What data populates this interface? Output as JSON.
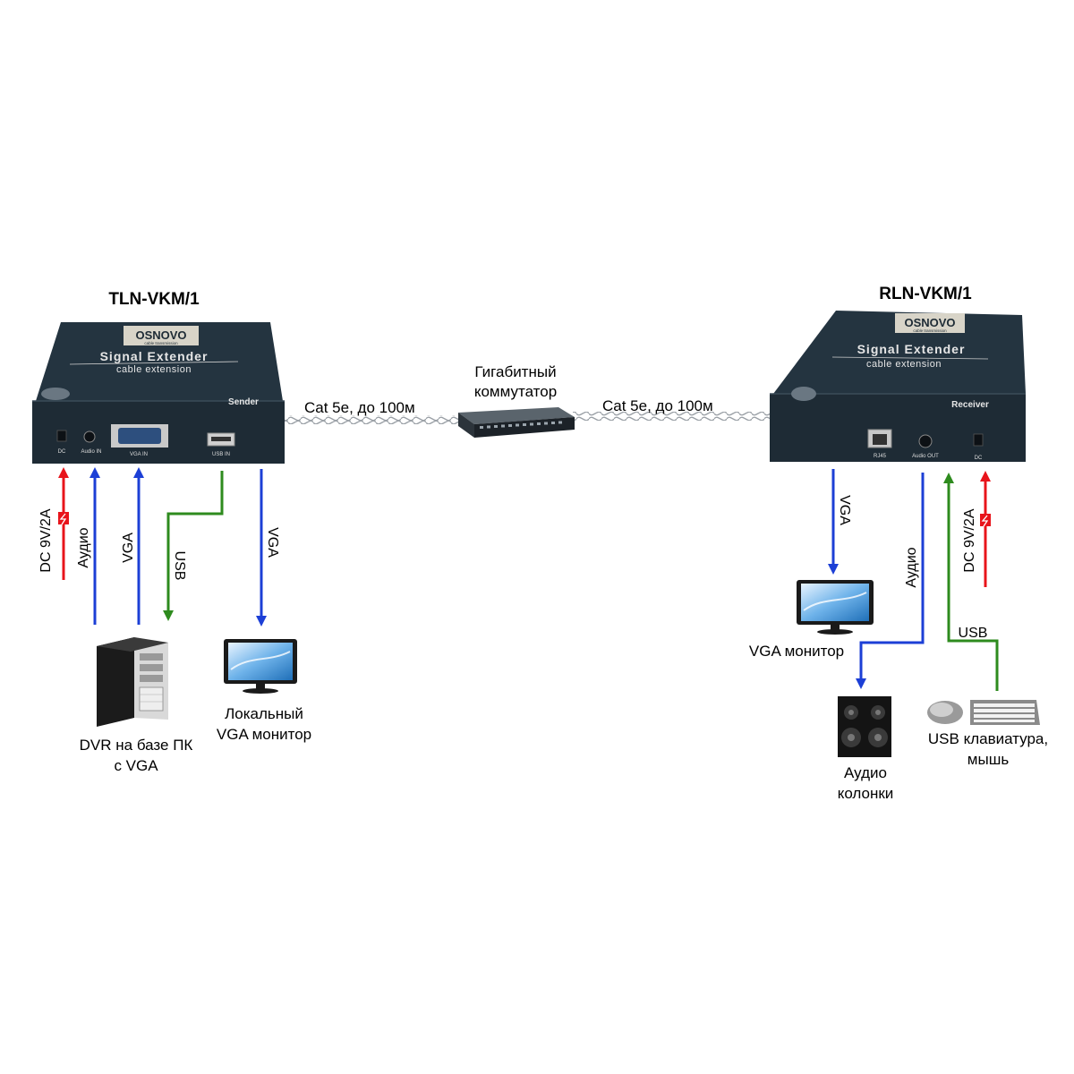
{
  "colors": {
    "power": "#e8141b",
    "signal": "#1c3fd6",
    "usb": "#2e8b1e",
    "device": "#1f2d38",
    "device_top": "#243440"
  },
  "sender": {
    "model": "TLN-VKM/1",
    "brand": "OSNOVO",
    "brand_sub": "cable transmission",
    "title": "Signal Extender",
    "subtitle": "cable extension",
    "role": "Sender",
    "ports": [
      "DC",
      "Audio IN",
      "VGA IN",
      "USB IN"
    ]
  },
  "receiver": {
    "model": "RLN-VKM/1",
    "brand": "OSNOVO",
    "brand_sub": "cable transmission",
    "title": "Signal Extender",
    "subtitle": "cable extension",
    "role": "Receiver",
    "ports": [
      "RJ45",
      "Audio OUT",
      "DC"
    ]
  },
  "switch_label": [
    "Гигабитный",
    "коммутатор"
  ],
  "cable_left": "Cat 5e, до 100м",
  "cable_right": "Cat 5e, до 100м",
  "left_arrows": {
    "dc": "DC 9V/2A",
    "audio": "Аудио",
    "vga_in": "VGA",
    "usb": "USB",
    "vga_out": "VGA"
  },
  "right_arrows": {
    "vga": "VGA",
    "audio": "Аудио",
    "usb": "USB",
    "dc": "DC 9V/2A"
  },
  "left_devices": {
    "pc": [
      "DVR на базе ПК",
      "с VGA"
    ],
    "monitor": [
      "Локальный",
      "VGA монитор"
    ]
  },
  "right_devices": {
    "monitor": "VGA монитор",
    "speakers": [
      "Аудио",
      "колонки"
    ],
    "keyboard": [
      "USB клавиатура,",
      "мышь"
    ]
  }
}
